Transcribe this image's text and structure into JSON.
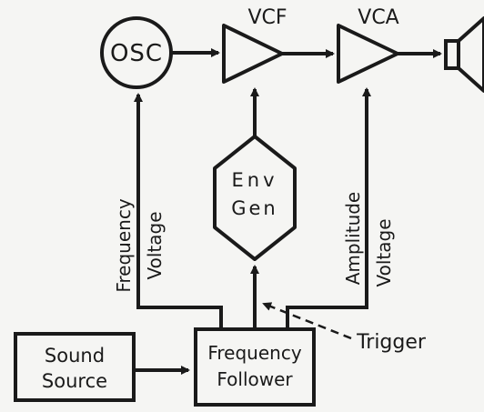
{
  "nodes": {
    "osc": "OSC",
    "vcf": "VCF",
    "vca": "VCA",
    "env_line1": "Env",
    "env_line2": "Gen",
    "source_line1": "Sound",
    "source_line2": "Source",
    "follower_line1": "Frequency",
    "follower_line2": "Follower"
  },
  "labels": {
    "freq_voltage_1": "Frequency",
    "freq_voltage_2": "Voltage",
    "amp_voltage_1": "Amplitude",
    "amp_voltage_2": "Voltage",
    "trigger": "Trigger"
  }
}
